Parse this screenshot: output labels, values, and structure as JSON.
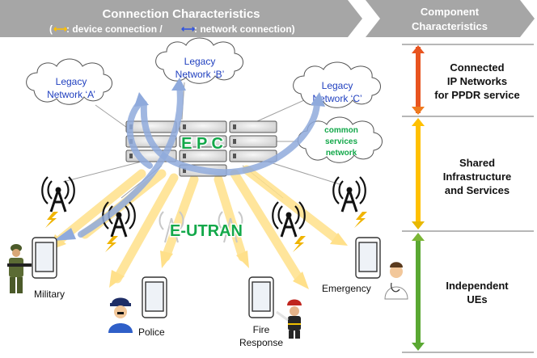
{
  "header": {
    "title": "Connection Characteristics",
    "legend_prefix": "(",
    "legend_device": ": device connection /",
    "legend_network": ": network connection)",
    "component_line1": "Component",
    "component_line2": "Characteristics"
  },
  "networks": {
    "legacy_a_line1": "Legacy",
    "legacy_a_line2": "Network ‘A’",
    "legacy_b_line1": "Legacy",
    "legacy_b_line2": "Network ‘B’",
    "legacy_c_line1": "Legacy",
    "legacy_c_line2": "Network ‘C’",
    "common_line1": "common",
    "common_line2": "services",
    "common_line3": "network"
  },
  "core": {
    "epc": "E P C",
    "eutran": "E-UTRAN"
  },
  "users": {
    "military": "Military",
    "police": "Police",
    "fire_line1": "Fire",
    "fire_line2": "Response",
    "emergency": "Emergency"
  },
  "layers": {
    "connected_line1": "Connected",
    "connected_line2": "IP Networks",
    "connected_line3": "for PPDR service",
    "shared_line1": "Shared",
    "shared_line2": "Infrastructure",
    "shared_line3": "and Services",
    "independent_line1": "Independent",
    "independent_line2": "UEs"
  },
  "colors": {
    "header_bg": "#a6a6a6",
    "device_arrow": "#ffd966",
    "network_arrow": "#8faadc",
    "network_text": "#1f3fbf",
    "core_text": "#13a84a",
    "common_text": "#13a84a",
    "legend_device": "#ffc000",
    "legend_network": "#2f52e0"
  }
}
